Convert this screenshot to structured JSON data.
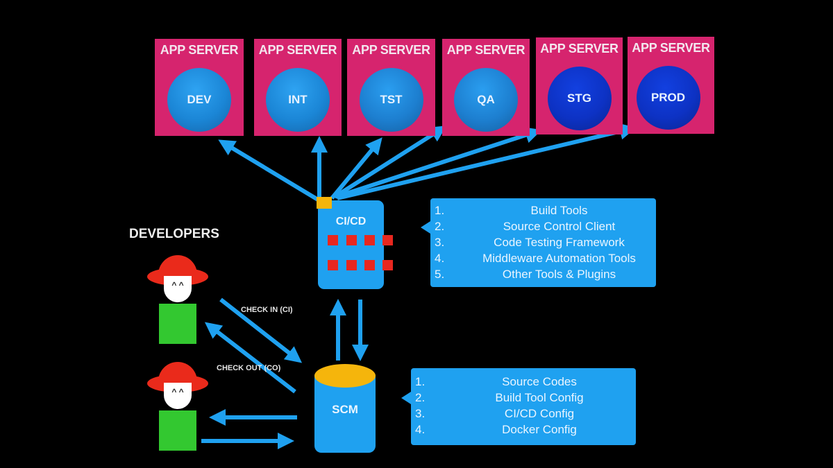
{
  "servers": [
    {
      "label": "APP SERVER",
      "env": "DEV"
    },
    {
      "label": "APP SERVER",
      "env": "INT"
    },
    {
      "label": "APP SERVER",
      "env": "TST"
    },
    {
      "label": "APP SERVER",
      "env": "QA"
    },
    {
      "label": "APP SERVER",
      "env": "STG"
    },
    {
      "label": "APP SERVER",
      "env": "PROD"
    }
  ],
  "cicd": {
    "label": "CI/CD",
    "items": [
      {
        "num": "1.",
        "text": "Build Tools"
      },
      {
        "num": "2.",
        "text": "Source Control Client"
      },
      {
        "num": "3.",
        "text": "Code Testing Framework"
      },
      {
        "num": "4.",
        "text": "Middleware Automation Tools"
      },
      {
        "num": "5.",
        "text": "Other Tools & Plugins"
      }
    ]
  },
  "scm": {
    "label": "SCM",
    "items": [
      {
        "num": "1.",
        "text": "Source Codes"
      },
      {
        "num": "2.",
        "text": "Build Tool Config"
      },
      {
        "num": "3.",
        "text": "CI/CD Config"
      },
      {
        "num": "4.",
        "text": "Docker Config"
      }
    ]
  },
  "developers": {
    "title": "DEVELOPERS",
    "face": "^ ^",
    "check_in": "CHECK IN (CI)",
    "check_out": "CHECK OUT (CO)"
  },
  "colors": {
    "server": "#d6246e",
    "accent_blue": "#1fa1f0",
    "yellow": "#f5b50c",
    "red": "#e8271f",
    "green": "#33c830"
  }
}
